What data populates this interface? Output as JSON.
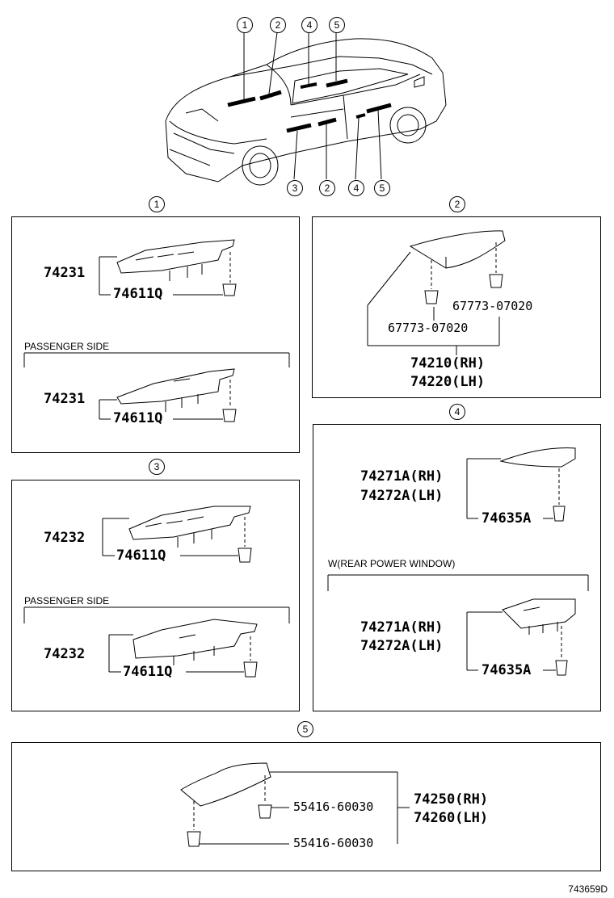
{
  "overview_callouts": {
    "top": [
      "1",
      "2",
      "4",
      "5"
    ],
    "bottom": [
      "3",
      "2",
      "4",
      "5"
    ]
  },
  "panel1": {
    "callout": "1",
    "top_part": "74231",
    "top_clip": "74611Q",
    "side_label": "PASSENGER SIDE",
    "bottom_part": "74231",
    "bottom_clip": "74611Q"
  },
  "panel2": {
    "callout": "2",
    "clip_a": "67773-07020",
    "clip_b": "67773-07020",
    "part_rh": "74210(RH)",
    "part_lh": "74220(LH)"
  },
  "panel3": {
    "callout": "3",
    "top_part": "74232",
    "top_clip": "74611Q",
    "side_label": "PASSENGER SIDE",
    "bottom_part": "74232",
    "bottom_clip": "74611Q"
  },
  "panel4": {
    "callout": "4",
    "top_rh": "74271A(RH)",
    "top_lh": "74272A(LH)",
    "top_clip": "74635A",
    "condition_label": "W(REAR POWER WINDOW)",
    "bottom_rh": "74271A(RH)",
    "bottom_lh": "74272A(LH)",
    "bottom_clip": "74635A"
  },
  "panel5": {
    "callout": "5",
    "clip_a": "55416-60030",
    "clip_b": "55416-60030",
    "part_rh": "74250(RH)",
    "part_lh": "74260(LH)"
  },
  "diagram_code": "743659D"
}
